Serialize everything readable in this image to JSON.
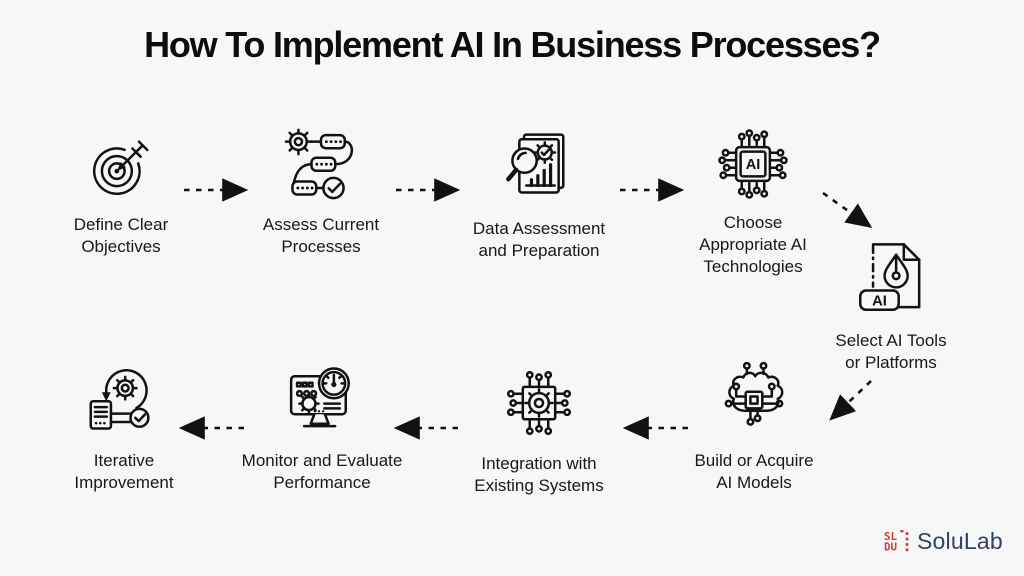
{
  "title": "How To Implement AI In Business Processes?",
  "steps": [
    {
      "label": "Define Clear\nObjectives",
      "icon": "target-dart-icon"
    },
    {
      "label": "Assess Current\nProcesses",
      "icon": "process-flow-check-icon"
    },
    {
      "label": "Data Assessment\nand Preparation",
      "icon": "document-chart-magnifier-icon"
    },
    {
      "label": "Choose\nAppropriate AI\nTechnologies",
      "icon": "ai-chip-icon",
      "chip_text": "AI"
    },
    {
      "label": "Select AI Tools\nor Platforms",
      "icon": "ai-pen-document-icon",
      "badge_text": "AI"
    },
    {
      "label": "Build or Acquire\nAI Models",
      "icon": "ai-brain-chip-icon"
    },
    {
      "label": "Integration with\nExisting Systems",
      "icon": "chip-gear-icon"
    },
    {
      "label": "Monitor and Evaluate\nPerformance",
      "icon": "monitor-gauge-icon"
    },
    {
      "label": "Iterative\nImprovement",
      "icon": "loop-gear-check-icon"
    }
  ],
  "flow": {
    "style": "dashed",
    "arrow_color": "#121212",
    "sequence": [
      "right",
      "right",
      "right",
      "down-right",
      "down-left",
      "left",
      "left",
      "left"
    ]
  },
  "logo": {
    "text": "SoluLab",
    "mark_top": "SL",
    "mark_bottom": "DU",
    "icon": "solulab-pixel-mark-icon",
    "icon_color": "#d8362f",
    "text_color": "#31425a"
  },
  "colors": {
    "background": "#f7f7f8",
    "icon_stroke": "#121212",
    "title": "#0d0d0d",
    "label": "#17181a"
  }
}
